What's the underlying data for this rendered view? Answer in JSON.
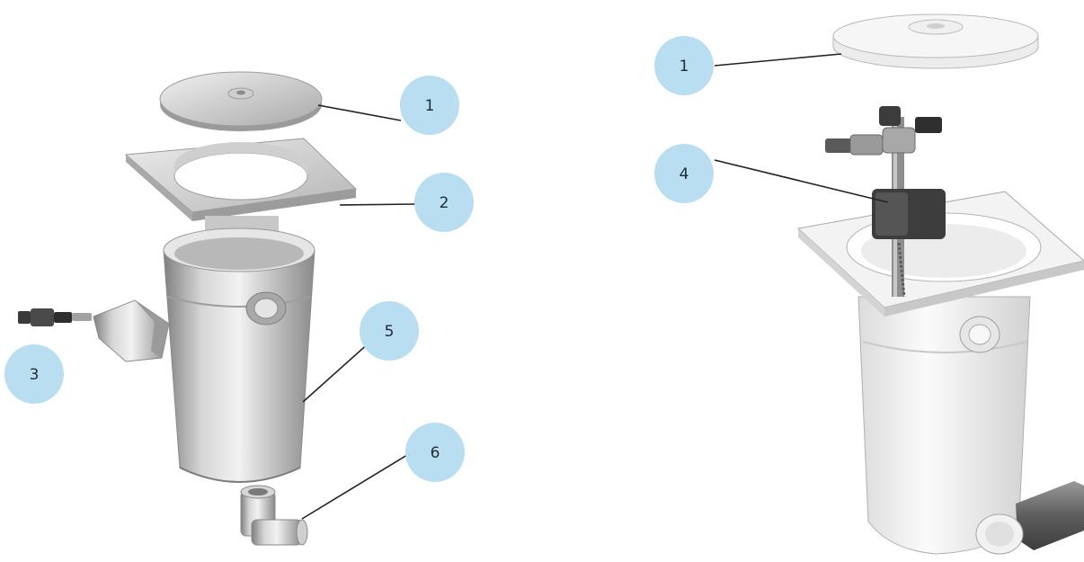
{
  "callouts": {
    "left_1": "1",
    "left_2": "2",
    "left_3": "3",
    "left_5": "5",
    "left_6": "6",
    "right_1": "1",
    "right_4": "4"
  },
  "colors": {
    "callout_bubble": "#b9def2",
    "leader_line": "#222222",
    "steel_light": "#e3e3e3",
    "steel_mid": "#b7b7b7",
    "steel_dark": "#8c8c8c",
    "plastic_white": "#f7f7f7",
    "plastic_shadow": "#d9d9d9",
    "valve_dark": "#3a3a3a",
    "pipe_grey": "#6d6d6d"
  },
  "icons": {
    "left_assembly": "stainless-steel-skimmer-exploded-view",
    "right_assembly": "plastic-skimmer-with-float-valve"
  }
}
